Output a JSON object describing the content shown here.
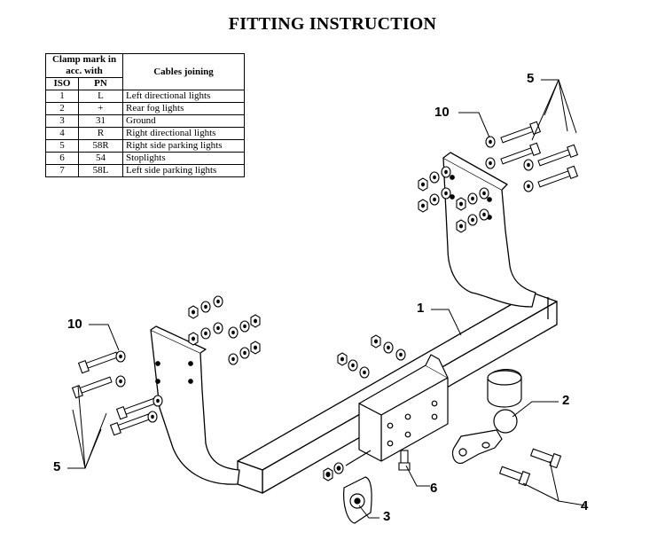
{
  "title": "FITTING INSTRUCTION",
  "table": {
    "header_clamp": "Clamp mark in acc. with",
    "header_cables": "Cables joining",
    "col_iso": "ISO",
    "col_pn": "PN",
    "rows": [
      {
        "iso": "1",
        "pn": "L",
        "cable": "Left directional lights"
      },
      {
        "iso": "2",
        "pn": "+",
        "cable": "Rear fog lights"
      },
      {
        "iso": "3",
        "pn": "31",
        "cable": "Ground"
      },
      {
        "iso": "4",
        "pn": "R",
        "cable": "Right directional lights"
      },
      {
        "iso": "5",
        "pn": "58R",
        "cable": "Right side parking lights"
      },
      {
        "iso": "6",
        "pn": "54",
        "cable": "Stoplights"
      },
      {
        "iso": "7",
        "pn": "58L",
        "cable": "Left side parking lights"
      }
    ]
  },
  "callouts": {
    "c1": "1",
    "c2": "2",
    "c3": "3",
    "c4": "4",
    "c5_top": "5",
    "c5_bottom": "5",
    "c6": "6",
    "c10_top": "10",
    "c10_left": "10"
  }
}
